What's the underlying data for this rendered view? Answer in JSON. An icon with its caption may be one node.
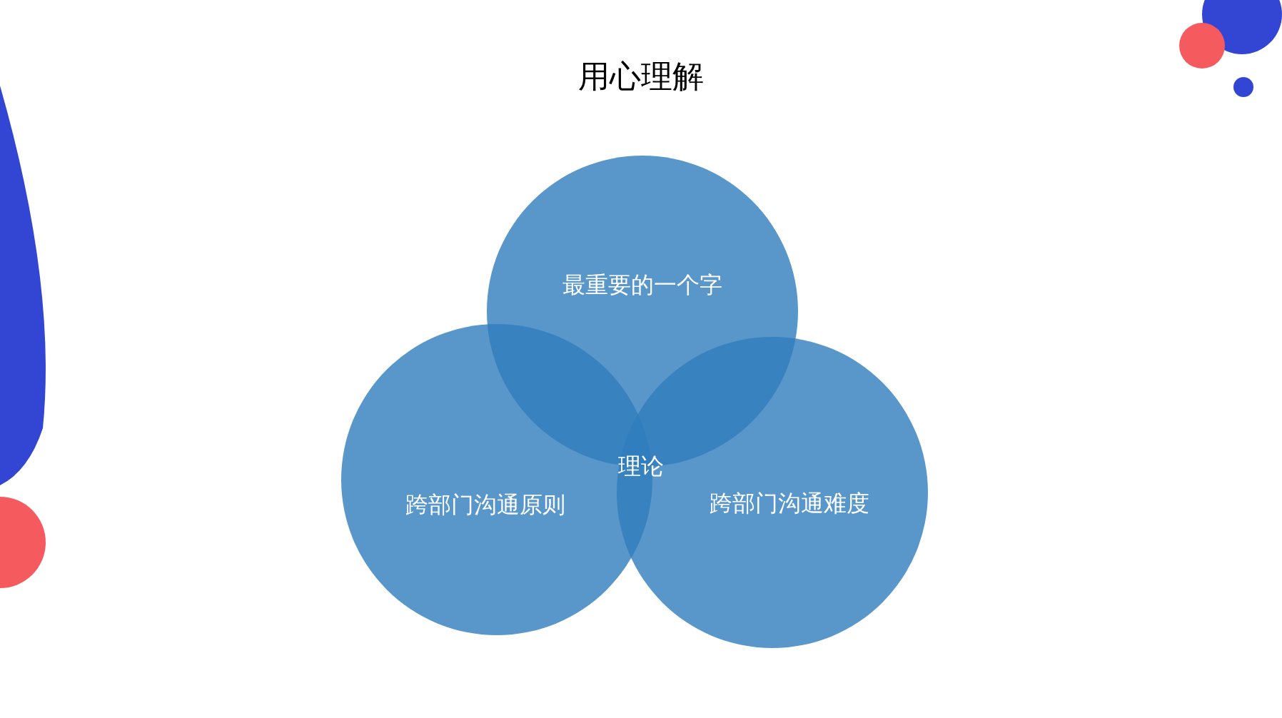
{
  "diagram": {
    "title": "用心理解",
    "nodes": [
      {
        "text": [
          "最重要的一个字"
        ]
      },
      {
        "text": [
          "跨部门沟通原则"
        ]
      },
      {
        "text": [
          "跨部门沟通难度"
        ]
      }
    ],
    "labels": [
      "理论"
    ]
  }
}
